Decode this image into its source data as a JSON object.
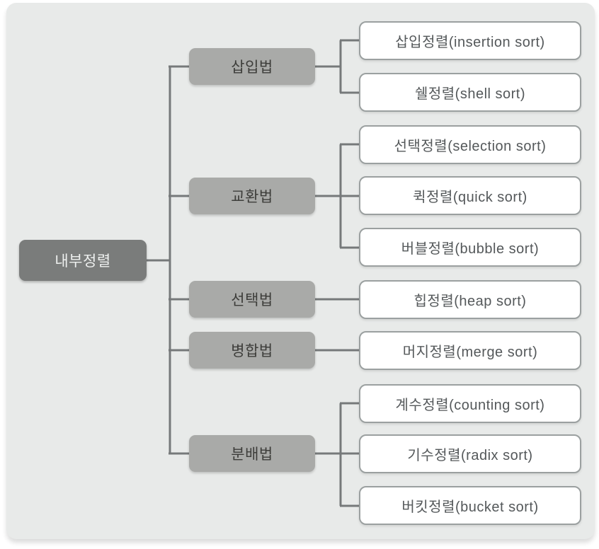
{
  "diagram": {
    "type": "tree",
    "root": {
      "label": "내부정렬"
    },
    "categories": [
      {
        "label": "삽입법",
        "children": [
          "삽입정렬(insertion sort)",
          "쉘정렬(shell sort)"
        ]
      },
      {
        "label": "교환법",
        "children": [
          "선택정렬(selection sort)",
          "퀵정렬(quick sort)",
          "버블정렬(bubble sort)"
        ]
      },
      {
        "label": "선택법",
        "children": [
          "힙정렬(heap sort)"
        ]
      },
      {
        "label": "병합법",
        "children": [
          "머지정렬(merge sort)"
        ]
      },
      {
        "label": "분배법",
        "children": [
          "계수정렬(counting sort)",
          "기수정렬(radix sort)",
          "버킷정렬(bucket sort)"
        ]
      }
    ]
  },
  "colors": {
    "page_bg": "#ffffff",
    "panel_bg": "#e8eae9",
    "root_fill": "#7a7c7b",
    "root_text": "#eef0ef",
    "category_fill": "#a9aaa8",
    "category_text": "#3d3d3a",
    "leaf_fill": "#ffffff",
    "leaf_border": "#9ba0a0",
    "leaf_text": "#54585a",
    "line": "#76797a"
  }
}
